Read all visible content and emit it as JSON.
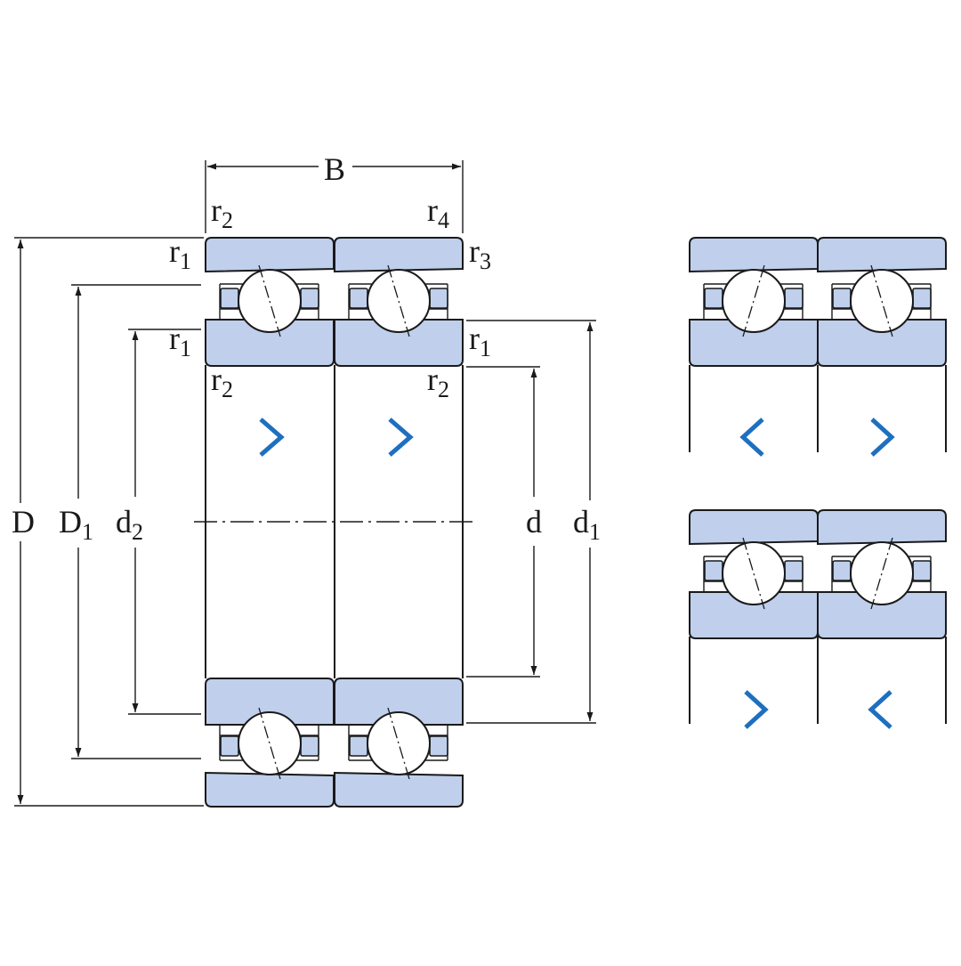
{
  "colors": {
    "ring_fill": "#bfcfec",
    "outline": "#1a1a1a",
    "dim_line": "#1a1a1a",
    "arrow_accent": "#1e6fc0",
    "ball_fill": "#ffffff"
  },
  "labels": {
    "B": "B",
    "D": "D",
    "D1": {
      "main": "D",
      "sub": "1"
    },
    "d2": {
      "main": "d",
      "sub": "2"
    },
    "d": "d",
    "d1": {
      "main": "d",
      "sub": "1"
    },
    "r2_top_left": {
      "main": "r",
      "sub": "2"
    },
    "r4_top_right": {
      "main": "r",
      "sub": "4"
    },
    "r1_outer_left": {
      "main": "r",
      "sub": "1"
    },
    "r3_outer_right": {
      "main": "r",
      "sub": "3"
    },
    "r1_inner_left": {
      "main": "r",
      "sub": "1"
    },
    "r1_inner_right": {
      "main": "r",
      "sub": "1"
    },
    "r2_bottom_left": {
      "main": "r",
      "sub": "2"
    },
    "r2_bottom_right": {
      "main": "r",
      "sub": "2"
    }
  },
  "arrangements": {
    "main": {
      "name": "tandem",
      "directions": [
        "right",
        "right"
      ]
    },
    "upper_variant": {
      "name": "back-to-back",
      "directions": [
        "left",
        "right"
      ]
    },
    "lower_variant": {
      "name": "face-to-face",
      "directions": [
        "right",
        "left"
      ]
    }
  },
  "icons": {
    "load_direction": "chevron-icon",
    "contact_line": "dash-dot-line"
  }
}
